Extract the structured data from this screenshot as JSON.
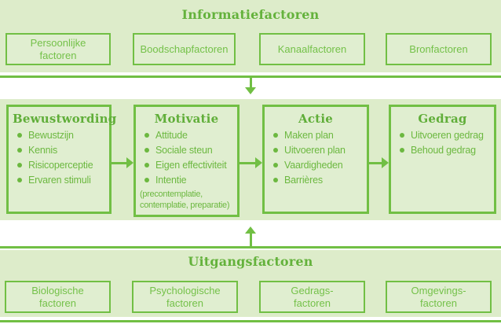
{
  "colors": {
    "green": "#71bf44",
    "text_green": "#6cb840",
    "title_green": "#60ae39",
    "light_green_bg": "#ddecca"
  },
  "top_section": {
    "title": "Informatiefactoren",
    "boxes": [
      {
        "label": "Persoonlijke\nfactoren"
      },
      {
        "label": "Boodschapfactoren"
      },
      {
        "label": "Kanaalfactoren"
      },
      {
        "label": "Bronfactoren"
      }
    ]
  },
  "process_section": {
    "boxes": [
      {
        "title": "Bewustwording",
        "items": [
          "Bewustzijn",
          "Kennis",
          "Risicoperceptie",
          "Ervaren stimuli"
        ]
      },
      {
        "title": "Motivatie",
        "items": [
          "Attitude",
          "Sociale steun",
          "Eigen effectiviteit",
          "Intentie"
        ],
        "note": "(precontemplatie,\ncontemplatie, preparatie)"
      },
      {
        "title": "Actie",
        "items": [
          "Maken plan",
          "Uitvoeren plan",
          "Vaardigheden",
          "Barrières"
        ]
      },
      {
        "title": "Gedrag",
        "items": [
          "Uitvoeren gedrag",
          "Behoud gedrag"
        ]
      }
    ]
  },
  "bottom_section": {
    "title": "Uitgangsfactoren",
    "boxes": [
      {
        "label": "Biologische\nfactoren"
      },
      {
        "label": "Psychologische\nfactoren"
      },
      {
        "label": "Gedrags-\nfactoren"
      },
      {
        "label": "Omgevings-\nfactoren"
      }
    ]
  }
}
